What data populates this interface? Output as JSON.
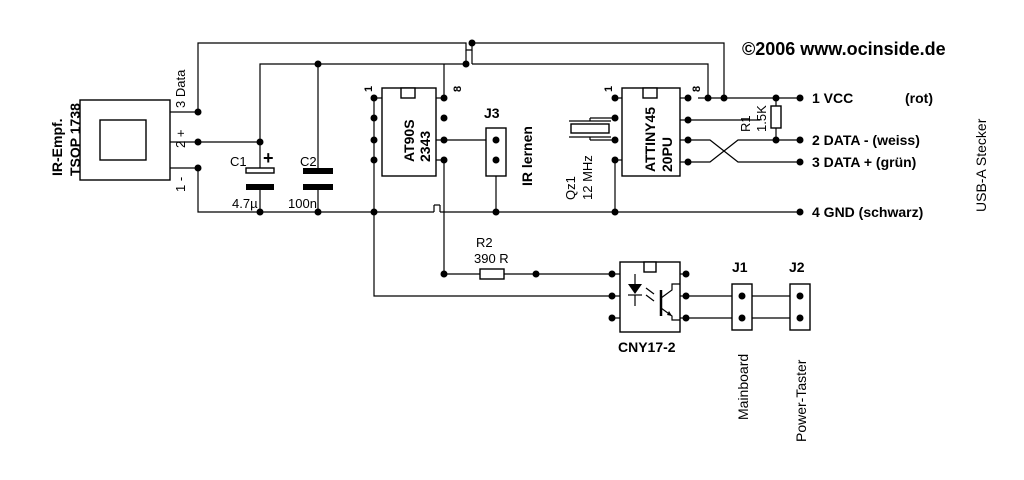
{
  "copyright": "©2006 www.ocinside.de",
  "ir_receiver": {
    "title": "IR-Empf.",
    "part": "TSOP 1738",
    "pin3": "3 Data",
    "pin2": "2 +",
    "pin1": "1 -"
  },
  "c1": {
    "name": "C1",
    "value": "4.7µ",
    "polarity": "+"
  },
  "c2": {
    "name": "C2",
    "value": "100n"
  },
  "ic1": {
    "line1": "AT90S",
    "line2": "2343",
    "pin1": "1",
    "pin8": "8"
  },
  "j3": {
    "name": "J3",
    "label": "IR lernen"
  },
  "crystal": {
    "name": "Qz1",
    "freq": "12 MHz"
  },
  "ic2": {
    "line1": "ATTINY45",
    "line2": "20PU",
    "pin1": "1",
    "pin8": "8"
  },
  "r1": {
    "name": "R1",
    "value": "1.5K"
  },
  "r2": {
    "name": "R2",
    "value": "390 R"
  },
  "usb": {
    "title": "USB-A Stecker",
    "pins": [
      "1 VCC",
      "2 DATA - (weiss)",
      "3 DATA +  (grün)",
      "4 GND (schwarz)"
    ],
    "vcc_color": "(rot)"
  },
  "optocoupler": {
    "name": "CNY17-2"
  },
  "j1": {
    "name": "J1",
    "label": "Mainboard"
  },
  "j2": {
    "name": "J2",
    "label": "Power-Taster"
  }
}
